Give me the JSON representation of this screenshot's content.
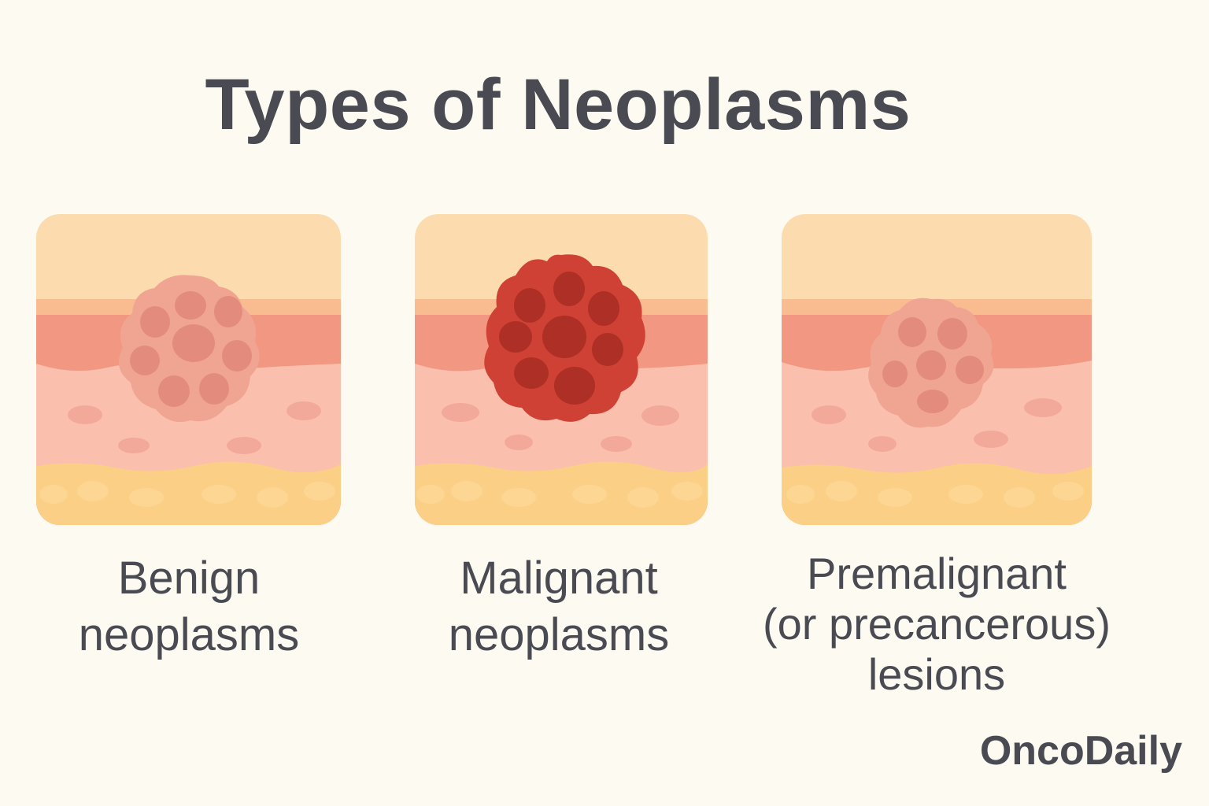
{
  "title": "Types of Neoplasms",
  "panels": [
    {
      "label_lines": [
        "Benign",
        "neoplasms"
      ],
      "lesion_color": "#f0a593",
      "cell_color": "#e38b7c"
    },
    {
      "label_lines": [
        "Malignant",
        "neoplasms"
      ],
      "lesion_color": "#cf4134",
      "cell_color": "#ad2f25"
    },
    {
      "label_lines": [
        "Premalignant",
        "(or precancerous)",
        "lesions"
      ],
      "lesion_color": "#f0a593",
      "cell_color": "#e38b7c"
    }
  ],
  "brand": "OncoDaily",
  "colors": {
    "background": "#fdfaf2",
    "epidermis_top": "#fcdcae",
    "epidermis_line": "#f9bb90",
    "dermis_upper": "#f19782",
    "dermis_lower": "#fbbfae",
    "fat_layer": "#fbcf85",
    "text": "#4a4b52"
  }
}
